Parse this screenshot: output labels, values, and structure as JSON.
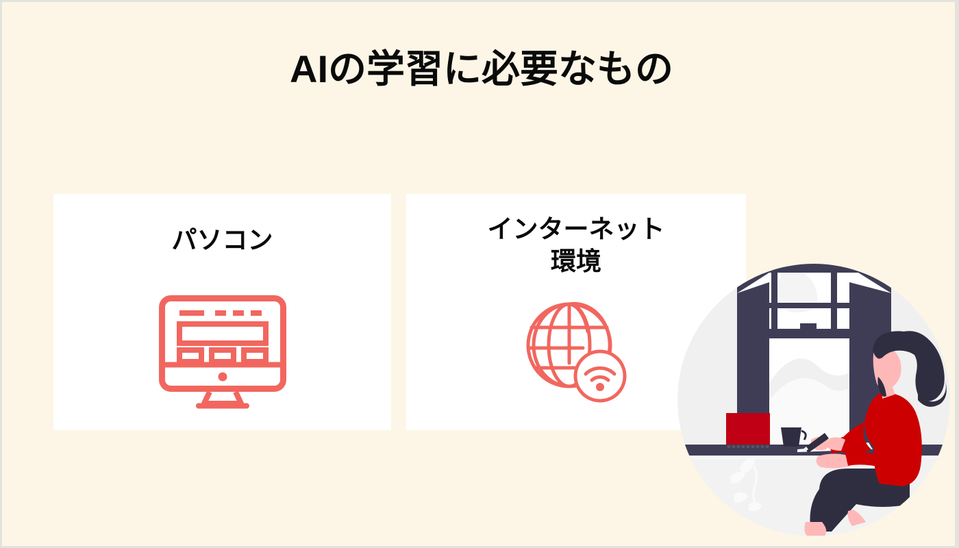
{
  "slide": {
    "title": "AIの学習に必要なもの",
    "background_color": "#FDF6E6",
    "border_color": "#E3E3DE",
    "title_color": "#0A0A0A"
  },
  "cards": [
    {
      "label": "パソコン",
      "label_lines": [
        "パソコン"
      ],
      "icon": "desktop-monitor-icon",
      "icon_color": "#F1675F",
      "background_color": "#FFFFFF"
    },
    {
      "label": "インターネット環境",
      "label_lines": [
        "インターネット",
        "環境"
      ],
      "icon": "globe-wifi-icon",
      "icon_color": "#F1675F",
      "background_color": "#FFFFFF"
    }
  ],
  "illustration": {
    "name": "woman-working-at-window-desk",
    "description": "女性が窓辺の机でノートパソコンとマグカップを前に書き物をしている丸いイラスト",
    "colors": {
      "circle_background": "#F0F0F0",
      "dark_navy": "#3F3D56",
      "darker_navy": "#2F2E41",
      "red_sweater": "#CC0000",
      "laptop_red": "#C00014",
      "skin": "#FFB8B8",
      "white": "#FFFFFF",
      "light_gray": "#F7F7F7"
    }
  }
}
